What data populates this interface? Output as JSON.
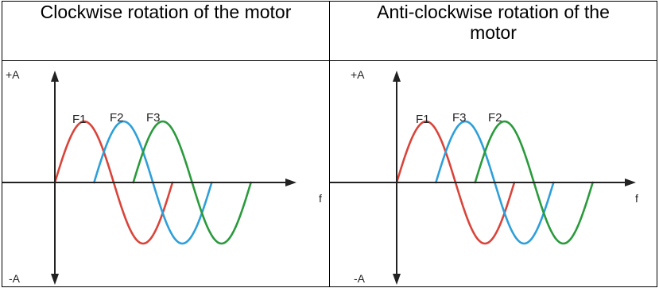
{
  "headers": [
    "Clockwise rotation of the motor",
    "Anti-clockwise rotation of the motor"
  ],
  "axes": {
    "y_top": "+A",
    "y_bottom": "-A",
    "x": "f"
  },
  "panels": [
    {
      "name": "clockwise",
      "waves": [
        {
          "label": "F1",
          "color": "#d9443a",
          "phase": 0.0
        },
        {
          "label": "F2",
          "color": "#2e9fd8",
          "phase": 0.3333
        },
        {
          "label": "F3",
          "color": "#2a9a3c",
          "phase": 0.6667
        }
      ]
    },
    {
      "name": "anticlockwise",
      "waves": [
        {
          "label": "F1",
          "color": "#d9443a",
          "phase": 0.0
        },
        {
          "label": "F3",
          "color": "#2e9fd8",
          "phase": 0.3333
        },
        {
          "label": "F2",
          "color": "#2a9a3c",
          "phase": 0.6667
        }
      ]
    }
  ],
  "colors": {
    "axis": "#222222",
    "border": "#000000"
  }
}
